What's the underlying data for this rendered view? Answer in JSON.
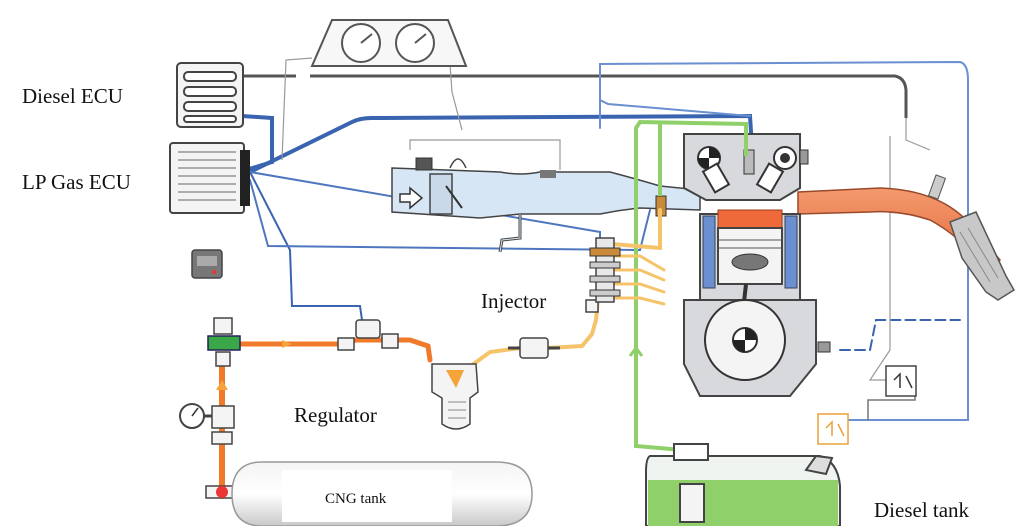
{
  "labels": {
    "diesel_ecu": "Diesel ECU",
    "lp_gas_ecu": "LP Gas ECU",
    "injector": "Injector",
    "regulator": "Regulator",
    "cng_tank": "CNG tank",
    "diesel_tank": "Diesel tank"
  },
  "colors": {
    "signal_wire": "#3a64b0",
    "signal_wire_light": "#6b8fd0",
    "gas_line": "#f07a2a",
    "gas_line_light": "#f5c46a",
    "diesel_line": "#8fd06a",
    "exhaust": "#ee7a4a",
    "intake": "#d6e6f5",
    "engine_body": "#d7d9dc",
    "tank_diesel": "#8fd06a",
    "dark_wire": "#555555"
  }
}
